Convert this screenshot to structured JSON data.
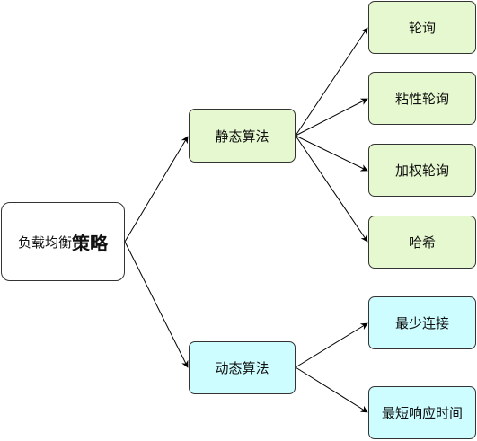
{
  "root": {
    "prefix": "负载均衡",
    "emphasis": "策略"
  },
  "static_algorithms": {
    "label": "静态算法",
    "children": [
      "轮询",
      "粘性轮询",
      "加权轮询",
      "哈希"
    ]
  },
  "dynamic_algorithms": {
    "label": "动态算法",
    "children": [
      "最少连接",
      "最短响应时间"
    ]
  },
  "colors": {
    "root_fill": "#ffffff",
    "static_fill": "#e6f8cf",
    "dynamic_fill": "#cdfdff",
    "stroke": "#333333",
    "edge": "#000000"
  }
}
